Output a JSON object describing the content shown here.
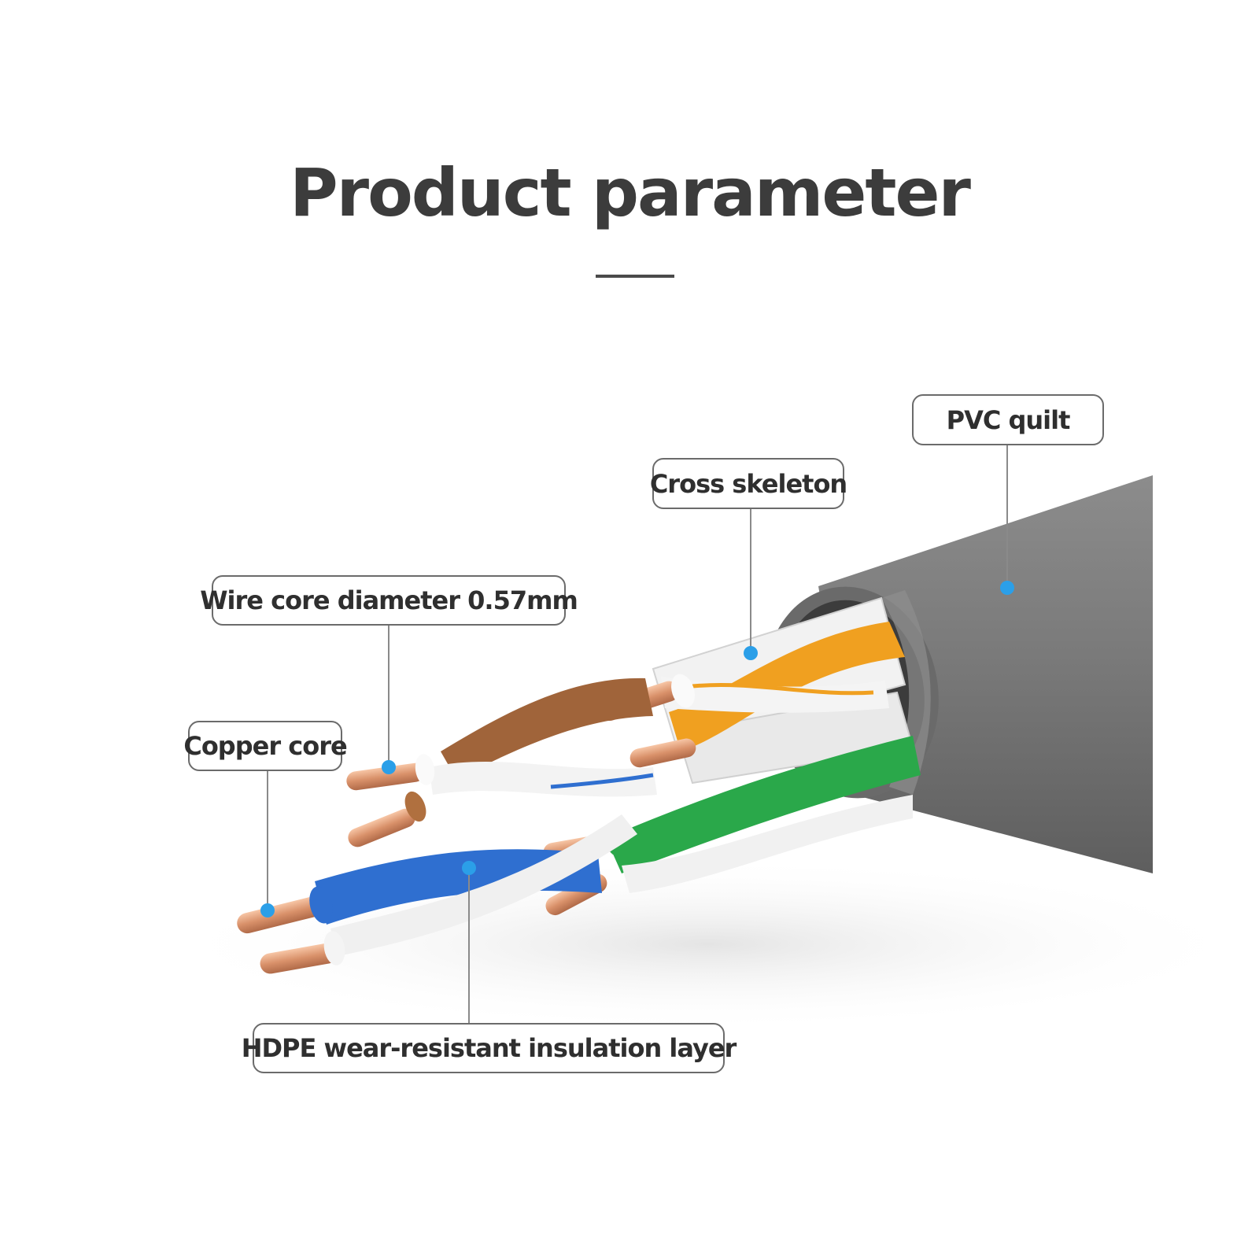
{
  "title": "Product parameter",
  "callouts": {
    "pvc_quilt": "PVC quilt",
    "cross_skeleton": "Cross skeleton",
    "wire_core_diameter": "Wire core diameter 0.57mm",
    "copper_core": "Copper core",
    "hdpe_layer": "HDPE wear-resistant insulation layer"
  },
  "colors": {
    "title": "#3c3c3c",
    "cable_jacket": "#7a7a7a",
    "marker_dot": "#2b9fe8",
    "copper": "#d9916a",
    "orange_pair": "#f0a020",
    "brown_pair": "#a0643a",
    "green_pair": "#2aa84a",
    "blue_pair": "#2f6fd0"
  }
}
